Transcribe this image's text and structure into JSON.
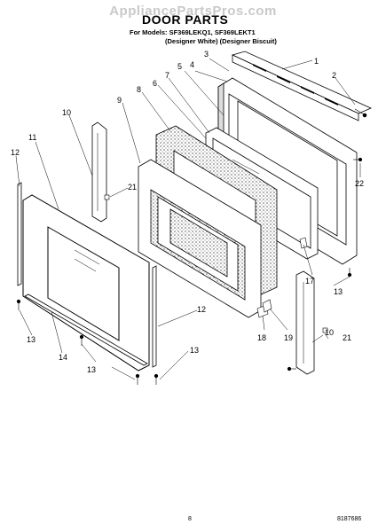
{
  "watermark": "AppliancePartsPros.com",
  "title": "DOOR PARTS",
  "subtitle": {
    "models": "For Models: SF369LEKQ1, SF369LEKT1",
    "colors": "(Designer White) (Designer Biscuit)"
  },
  "footer": {
    "page": "8",
    "code": "8187686"
  },
  "callouts": [
    "1",
    "2",
    "3",
    "4",
    "5",
    "6",
    "6",
    "7",
    "8",
    "9",
    "10",
    "10",
    "11",
    "12",
    "12",
    "13",
    "13",
    "13",
    "13",
    "14",
    "17",
    "18",
    "19",
    "21",
    "21",
    "22"
  ]
}
